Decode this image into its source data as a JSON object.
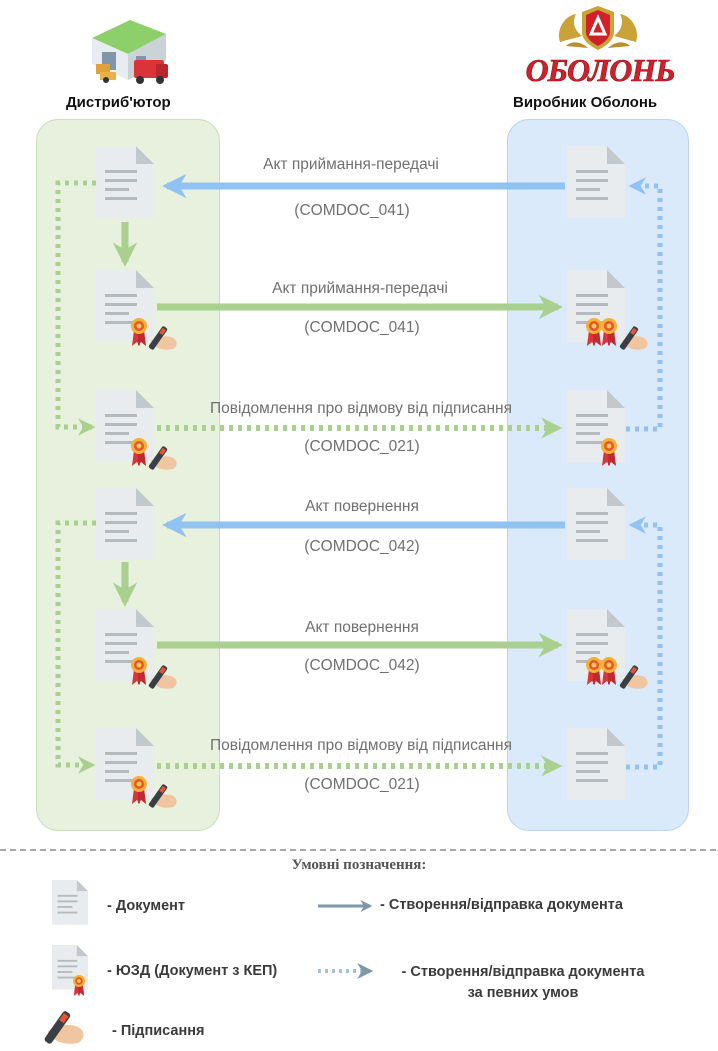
{
  "columns": {
    "left": "Дистриб'ютор",
    "right": "Виробник Оболонь",
    "brand": "ОБОЛОНЬ"
  },
  "flows": [
    {
      "title": "Акт приймання-передачі",
      "code": "(COMDOC_041)",
      "direction": "to-left",
      "style": "solid"
    },
    {
      "title": "Акт приймання-передачі",
      "code": "(COMDOC_041)",
      "direction": "to-right",
      "style": "solid"
    },
    {
      "title": "Повідомлення про відмову від підписання",
      "code": "(COMDOC_021)",
      "direction": "to-right",
      "style": "dotted"
    },
    {
      "title": "Акт повернення",
      "code": "(COMDOC_042)",
      "direction": "to-left",
      "style": "solid"
    },
    {
      "title": "Акт повернення",
      "code": "(COMDOC_042)",
      "direction": "to-right",
      "style": "solid"
    },
    {
      "title": "Повідомлення про відмову від підписання",
      "code": "(COMDOC_021)",
      "direction": "to-right",
      "style": "dotted"
    }
  ],
  "legend": {
    "title": "Умовні позначення:",
    "document": "- Документ",
    "signed_document": "- ЮЗД (Документ з КЕП)",
    "signing": "- Підписання",
    "send": "- Створення/відправка документа",
    "conditional_send_line1": "- Створення/відправка документа",
    "conditional_send_line2": "за певних умов"
  },
  "colors": {
    "green_lane": "#e7f1dd",
    "blue_lane": "#dbeafb",
    "green_arrow": "#a9d08e",
    "blue_arrow": "#90c2f3",
    "legend_arrow": "#7f97a8",
    "brand_red": "#d0202a",
    "brand_gold": "#c9a338"
  }
}
